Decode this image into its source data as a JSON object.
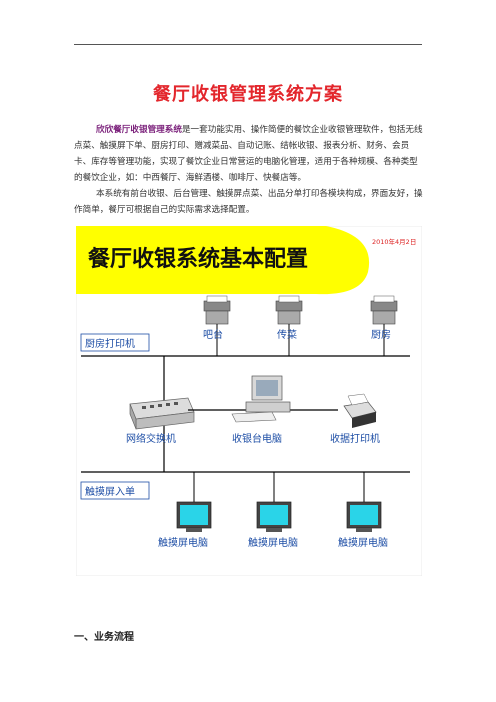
{
  "title": "餐厅收银管理系统方案",
  "intro": {
    "highlight": "欣欣餐厅收银管理系统",
    "rest": "是一套功能实用、操作简便的餐饮企业收银管理软件，包括无线点菜、触摸屏下单、厨房打印、赠减菜品、自动记账、结帐收银、报表分析、财务、会员卡、库存等管理功能，实现了餐饮企业日常营运的电脑化管理，适用于各种规模、各种类型的餐饮企业，如：中西餐厅、海鲜酒楼、咖啡厅、快餐店等。"
  },
  "intro2": "本系统有前台收银、后台管理、触摸屏点菜、出品分单打印各模块构成，界面友好，操作简单，餐厅可根据自己的实际需求选择配置。",
  "diagram": {
    "banner_title": "餐厅收银系统基本配置",
    "date": "2010年4月2日",
    "kitchen_box_label": "厨房打印机",
    "printers": [
      "吧台",
      "传菜",
      "厨房"
    ],
    "switch_label": "网络交换机",
    "cashier_pc_label": "收银台电脑",
    "receipt_printer_label": "收据打印机",
    "touch_box_label": "触摸屏入单",
    "touch_pcs": [
      "触摸屏电脑",
      "触摸屏电脑",
      "触摸屏电脑"
    ],
    "colors": {
      "banner_yellow": "#ffff00",
      "label_blue": "#1f4fa6",
      "date_red": "#d22",
      "screen_cyan": "#2ad4e8"
    }
  },
  "section1_heading": "一、业务流程"
}
